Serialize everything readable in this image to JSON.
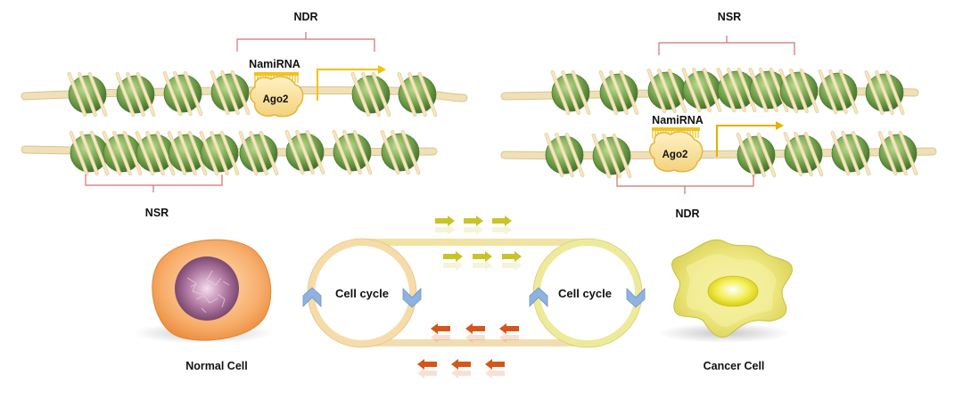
{
  "labels": {
    "ndr_top_left": "NDR",
    "nsr_bottom_left": "NSR",
    "namirna_left": "NamiRNA",
    "ago2_left": "Ago2",
    "nsr_top_right": "NSR",
    "namirna_right": "NamiRNA",
    "ago2_right": "Ago2",
    "ndr_bottom_right": "NDR",
    "cell_cycle_left": "Cell cycle",
    "cell_cycle_right": "Cell cycle",
    "normal_cell": "Normal Cell",
    "cancer_cell": "Cancer Cell"
  },
  "colors": {
    "dna_strand": "#efe0b8",
    "nucleosome_green": "#6e9e48",
    "bracket_red": "#d07070",
    "transcription_arrow": "#f2c200",
    "forward_arrow": "#c9c32a",
    "reverse_arrow": "#d4561a",
    "cycle_chevron": "#8fb3e0",
    "normal_cell": "#f5a25a",
    "normal_nucleus": "#9a5a86",
    "cancer_cell": "#e6e070",
    "cancer_nucleus": "#f2ef60"
  }
}
